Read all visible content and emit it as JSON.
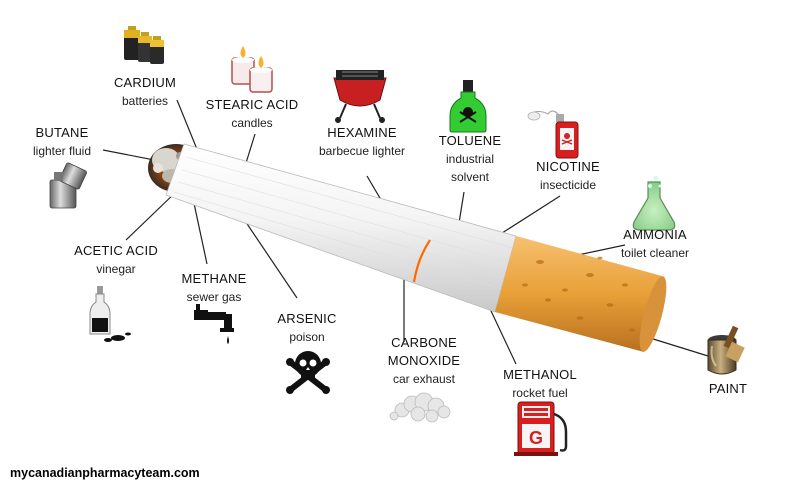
{
  "labels": {
    "cardium": {
      "name": "CARDIUM",
      "sub": "batteries"
    },
    "stearic": {
      "name": "STEARIC ACID",
      "sub": "candles"
    },
    "butane": {
      "name": "BUTANE",
      "sub": "lighter fluid"
    },
    "hexamine": {
      "name": "HEXAMINE",
      "sub": "barbecue lighter"
    },
    "toluene": {
      "name": "TOLUENE",
      "sub1": "industrial",
      "sub2": "solvent"
    },
    "nicotine": {
      "name": "NICOTINE",
      "sub": "insecticide"
    },
    "ammonia": {
      "name": "AMMONIA",
      "sub": "toilet cleaner"
    },
    "acetic": {
      "name": "ACETIC ACID",
      "sub": "vinegar"
    },
    "methane": {
      "name": "METHANE",
      "sub": "sewer gas"
    },
    "arsenic": {
      "name": "ARSENIC",
      "sub": "poison"
    },
    "carbone": {
      "name1": "CARBONE",
      "name2": "MONOXIDE",
      "sub": "car exhaust"
    },
    "methanol": {
      "name": "METHANOL",
      "sub": "rocket fuel"
    },
    "paint": {
      "name": "PAINT"
    }
  },
  "footer": "mycanadianpharmacyteam.com",
  "colors": {
    "filter": "#e8a038",
    "filter_spots": "#b86a14",
    "paper": "#f2f2f2",
    "ring": "#ff6a00",
    "line": "#222222",
    "bottle_green": "#33cc33",
    "canister_red": "#d81e1e"
  },
  "icons": [
    "battery-icon",
    "candles-icon",
    "lighter-icon",
    "barbecue-icon",
    "poison-bottle-icon",
    "spray-can-icon",
    "flask-icon",
    "vinegar-bottle-icon",
    "faucet-icon",
    "skull-icon",
    "exhaust-cloud-icon",
    "fuel-pump-icon",
    "paint-can-icon"
  ],
  "fuel_pump_letter": "G"
}
